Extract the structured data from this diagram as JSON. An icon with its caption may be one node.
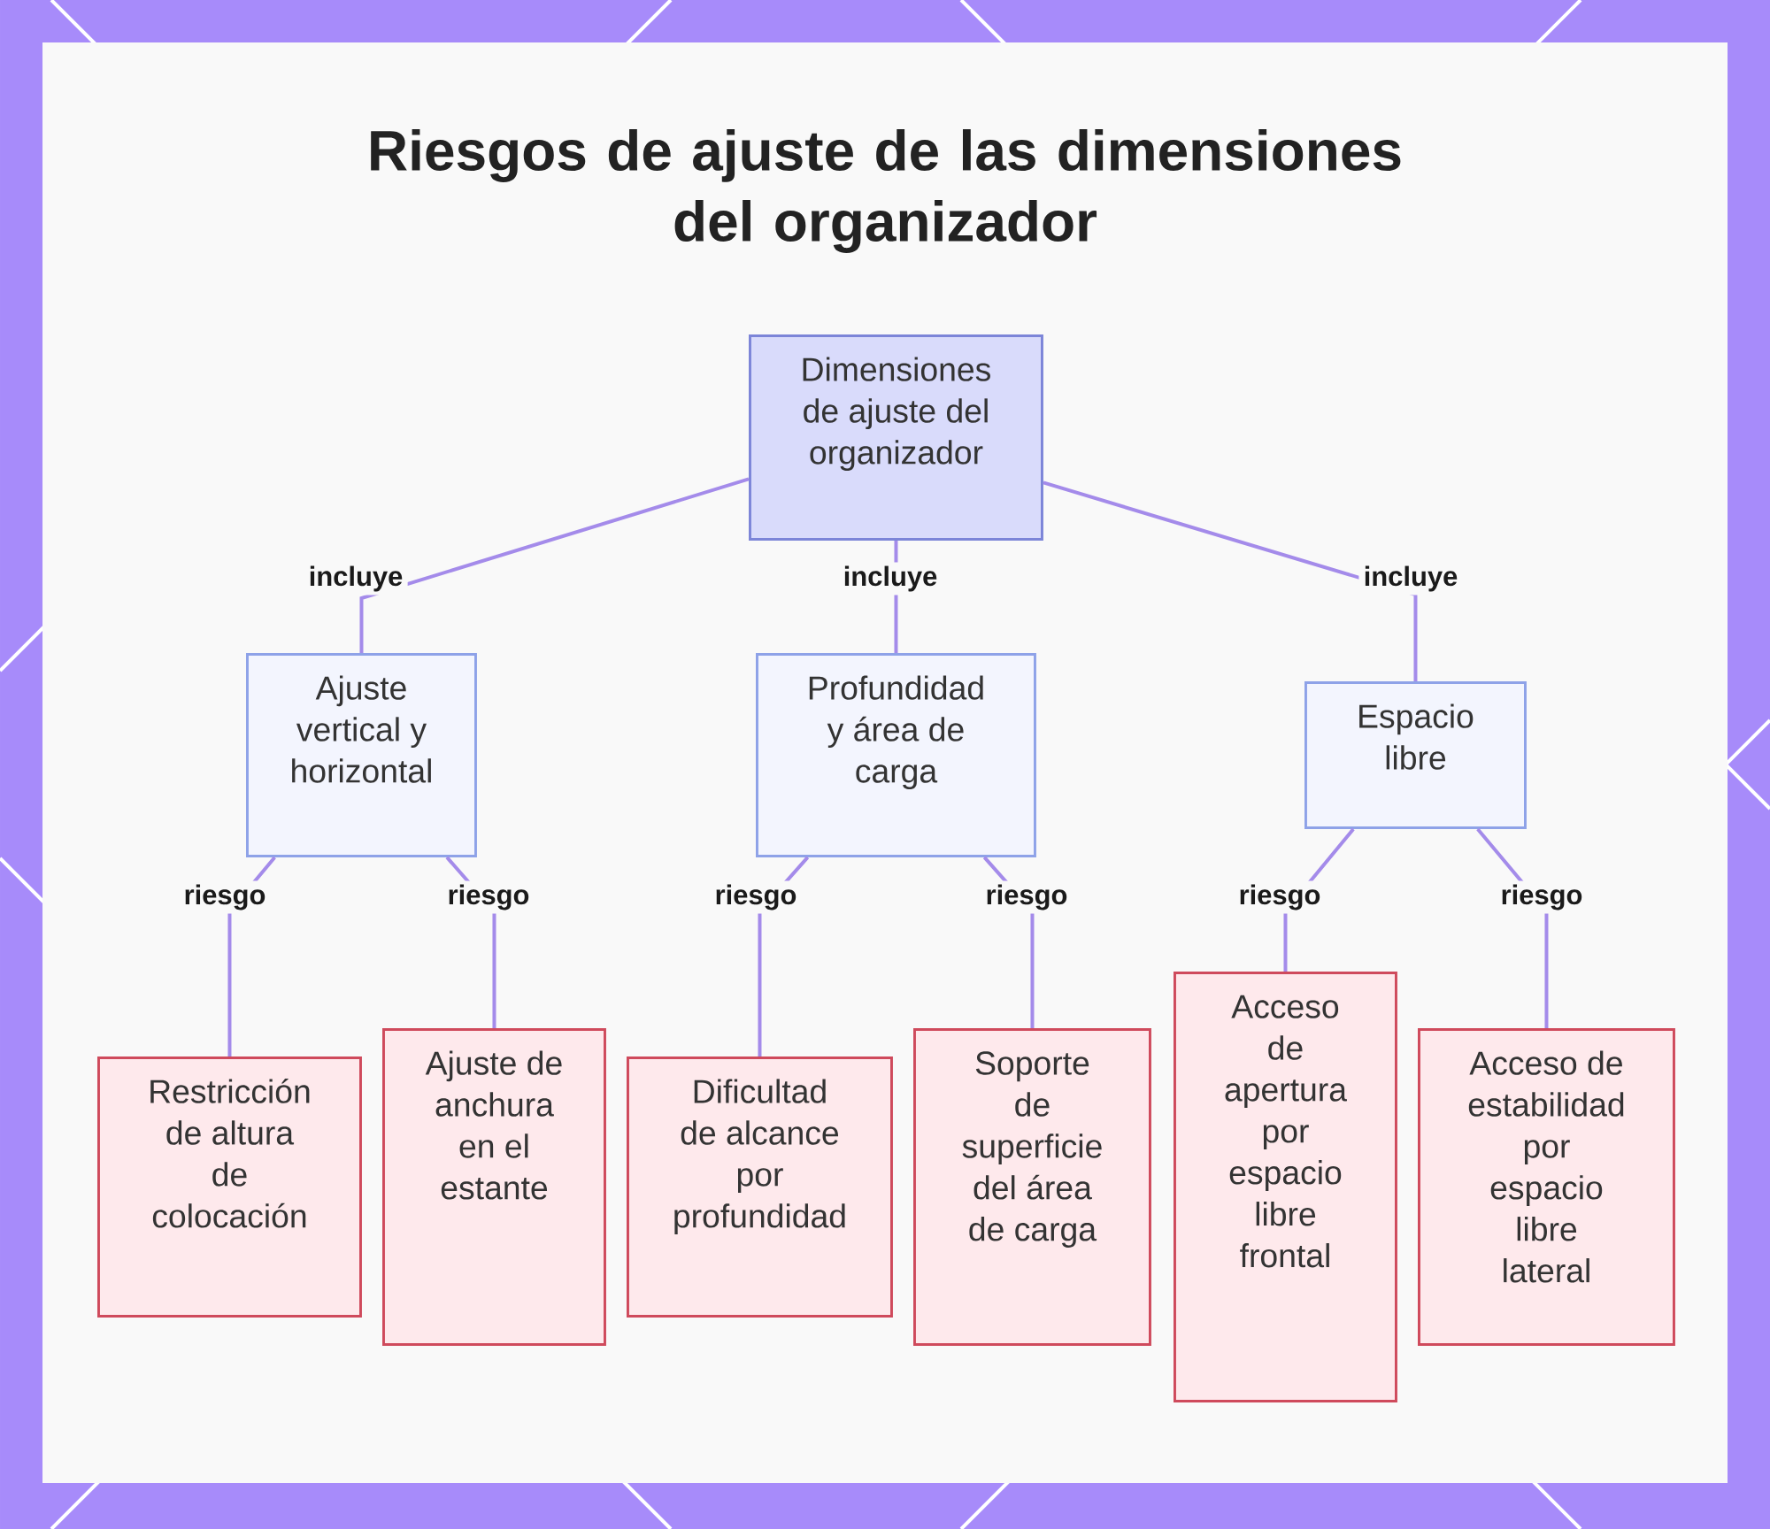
{
  "diagram": {
    "title": "Riesgos de ajuste de las dimensiones del organizador",
    "nodes": [
      {
        "text": [
          "Dimensiones de ajuste del organizador"
        ]
      },
      {
        "text": [
          "Ajuste vertical y horizontal"
        ]
      },
      {
        "text": [
          "Profundidad y área de carga"
        ]
      },
      {
        "text": [
          "Espacio libre"
        ]
      },
      {
        "text": [
          "Restricción de altura de colocación"
        ]
      },
      {
        "text": [
          "Ajuste de anchura en el estante"
        ]
      },
      {
        "text": [
          "Dificultad de alcance por profundidad"
        ]
      },
      {
        "text": [
          "Soporte de superficie del área de carga"
        ]
      },
      {
        "text": [
          "Acceso de apertura por espacio libre frontal"
        ]
      },
      {
        "text": [
          "Acceso de estabilidad por espacio libre lateral"
        ]
      }
    ],
    "edges": [
      {
        "from": 0,
        "to": 1,
        "arrow": "none",
        "label": "incluye"
      },
      {
        "from": 0,
        "to": 2,
        "arrow": "none",
        "label": "incluye"
      },
      {
        "from": 0,
        "to": 3,
        "arrow": "none",
        "label": "incluye"
      },
      {
        "from": 1,
        "to": 4,
        "arrow": "none",
        "label": "riesgo"
      },
      {
        "from": 1,
        "to": 5,
        "arrow": "none",
        "label": "riesgo"
      },
      {
        "from": 2,
        "to": 6,
        "arrow": "none",
        "label": "riesgo"
      },
      {
        "from": 2,
        "to": 7,
        "arrow": "none",
        "label": "riesgo"
      },
      {
        "from": 3,
        "to": 8,
        "arrow": "none",
        "label": "riesgo"
      },
      {
        "from": 3,
        "to": 9,
        "arrow": "none",
        "label": "riesgo"
      }
    ]
  }
}
